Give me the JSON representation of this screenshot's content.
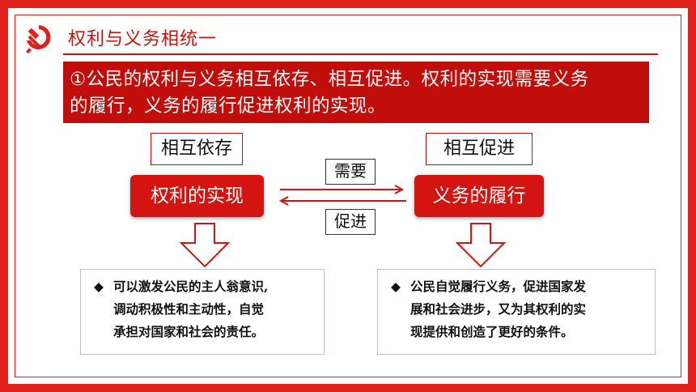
{
  "header": {
    "title": "权利与义务相统一"
  },
  "banner": {
    "line1": "①公民的权利与义务相互依存、相互促进。权利的实现需要义务",
    "line2": "的履行，义务的履行促进权利的实现。"
  },
  "diagram": {
    "left_label": "相互依存",
    "right_label": "相互促进",
    "left_box": "权利的实现",
    "right_box": "义务的履行",
    "top_verb": "需要",
    "bottom_verb": "促进"
  },
  "left_info": {
    "bullet": "◆",
    "line1": "可以激发公民的主人翁意识,",
    "line2": "调动积极性和主动性，自觉",
    "line3": "承担对国家和社会的责任。"
  },
  "right_info": {
    "bullet": "◆",
    "line1": "公民自觉履行义务，促进国家发",
    "line2": "展和社会进步，又为其权利的实",
    "line3": "现提供和创造了更好的条件。"
  },
  "colors": {
    "brand_red": "#e0201b",
    "banner_red": "#c10e0a",
    "box_red": "#d41410"
  },
  "icons": {
    "emblem": "hammer-sickle-icon"
  }
}
